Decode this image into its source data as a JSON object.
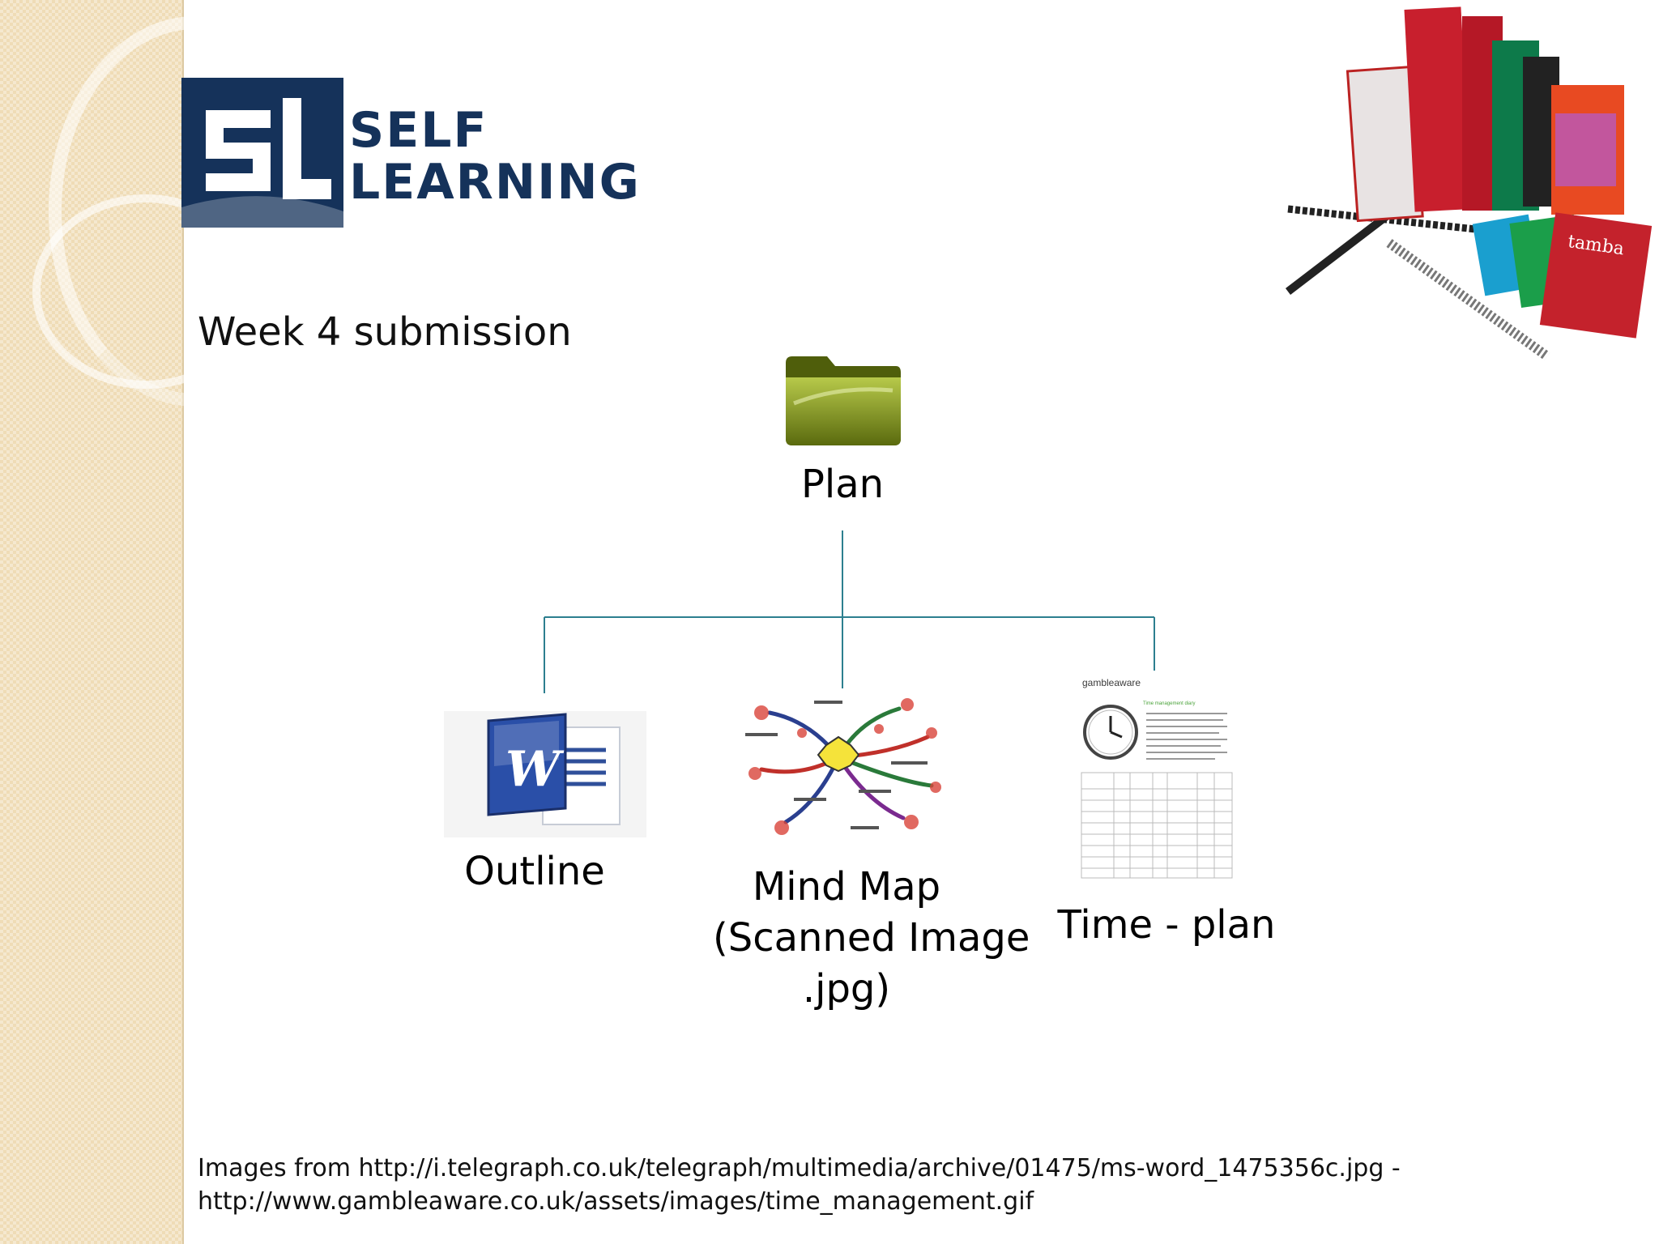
{
  "slide": {
    "title": "Week 4 submission",
    "logo": {
      "line1": "Self",
      "line2": "Learning",
      "mark": "SL"
    },
    "accent_color": "#15325a",
    "connector_color": "#2d7f8f"
  },
  "diagram": {
    "root": {
      "label": "Plan",
      "icon": "folder-icon"
    },
    "children": [
      {
        "label": "Outline",
        "icon": "ms-word-icon"
      },
      {
        "label_lines": [
          "Mind Map",
          "(Scanned Image",
          ".jpg)"
        ],
        "icon": "mind-map-image"
      },
      {
        "label": "Time - plan",
        "icon": "time-management-diary-image",
        "thumb_brand": "gambleaware",
        "thumb_heading": "Time management diary"
      }
    ]
  },
  "credits": {
    "line1": "Images from http://i.telegraph.co.uk/telegraph/multimedia/archive/01475/ms-word_1475356c.jpg -",
    "line2": "http://www.gambleaware.co.uk/assets/images/time_management.gif"
  }
}
